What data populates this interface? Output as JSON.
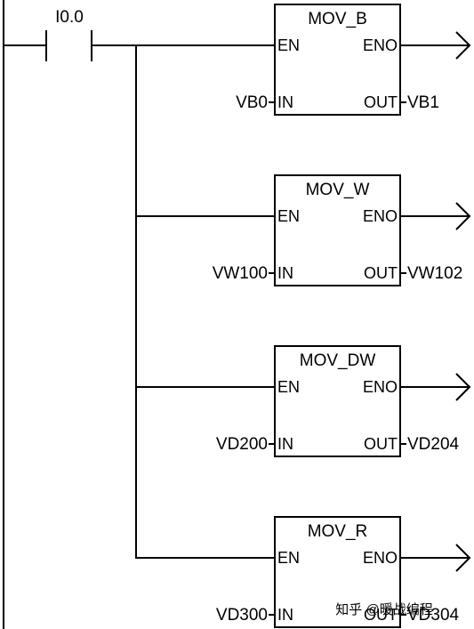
{
  "contact": {
    "label": "I0.0"
  },
  "blocks": [
    {
      "name": "MOV_B",
      "en": "EN",
      "eno": "ENO",
      "in_pin": "IN",
      "out_pin": "OUT",
      "in_operand": "VB0",
      "out_operand": "VB1"
    },
    {
      "name": "MOV_W",
      "en": "EN",
      "eno": "ENO",
      "in_pin": "IN",
      "out_pin": "OUT",
      "in_operand": "VW100",
      "out_operand": "VW102"
    },
    {
      "name": "MOV_DW",
      "en": "EN",
      "eno": "ENO",
      "in_pin": "IN",
      "out_pin": "OUT",
      "in_operand": "VD200",
      "out_operand": "VD204"
    },
    {
      "name": "MOV_R",
      "en": "EN",
      "eno": "ENO",
      "in_pin": "IN",
      "out_pin": "OUT",
      "in_operand": "VD300",
      "out_operand": "VD304"
    }
  ],
  "watermark": "知乎 @暖战编程"
}
